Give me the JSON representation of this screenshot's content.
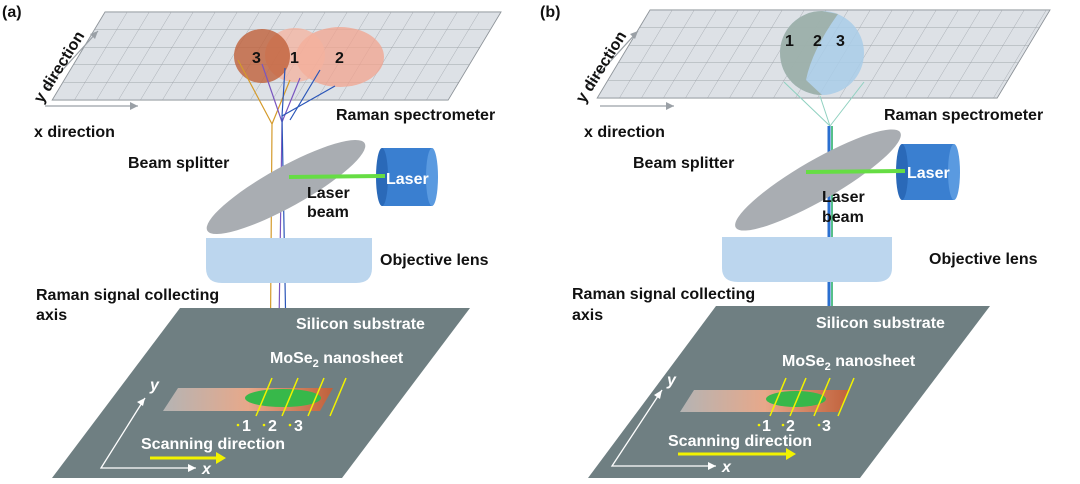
{
  "panel_a": {
    "tag": "(a)",
    "y_direction": "y direction",
    "x_direction": "x direction",
    "raman_spectrometer": "Raman spectrometer",
    "beam_splitter": "Beam splitter",
    "laser": "Laser",
    "laser_beam_line1": "Laser",
    "laser_beam_line2": "beam",
    "objective_lens": "Objective lens",
    "raman_axis_line1": "Raman signal collecting",
    "raman_axis_line2": "axis",
    "silicon_substrate": "Silicon substrate",
    "nanosheet_prefix": "MoSe",
    "nanosheet_sub": "2",
    "nanosheet_suffix": " nanosheet",
    "scanning_direction": "Scanning direction",
    "axis_x": "x",
    "axis_y": "y",
    "spot_labels": [
      "3",
      "1",
      "2"
    ],
    "scan_points": [
      "1",
      "2",
      "3"
    ]
  },
  "panel_b": {
    "tag": "(b)",
    "y_direction": "y direction",
    "x_direction": "x direction",
    "raman_spectrometer": "Raman spectrometer",
    "beam_splitter": "Beam splitter",
    "laser": "Laser",
    "laser_beam_line1": "Laser",
    "laser_beam_line2": "beam",
    "objective_lens": "Objective lens",
    "raman_axis_line1": "Raman signal collecting",
    "raman_axis_line2": "axis",
    "silicon_substrate": "Silicon substrate",
    "nanosheet_prefix": "MoSe",
    "nanosheet_sub": "2",
    "nanosheet_suffix": " nanosheet",
    "scanning_direction": "Scanning direction",
    "axis_x": "x",
    "axis_y": "y",
    "spot_labels": [
      "1",
      "2",
      "3"
    ],
    "scan_points": [
      "1",
      "2",
      "3"
    ]
  },
  "colors": {
    "laser_box": "#3a7fd0",
    "laser_beam": "#66dd44",
    "substrate": "#6f7f82",
    "lens": "#bcd6ee",
    "splitter": "#a9adb2",
    "scan_arrow": "#f2f200",
    "spot_orange": "#c0603a",
    "spot_blue": "#a9cde8"
  }
}
